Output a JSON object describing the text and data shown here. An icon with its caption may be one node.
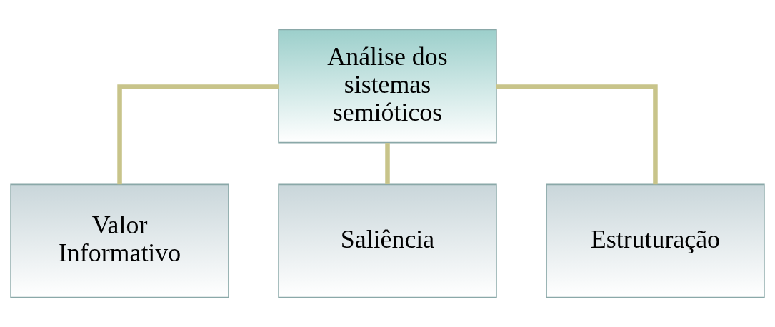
{
  "diagram": {
    "nodes": [
      {
        "text": [
          "Análise dos sistemas semióticos"
        ]
      },
      {
        "text": [
          "Valor Informativo"
        ]
      },
      {
        "text": [
          "Saliência"
        ]
      },
      {
        "text": [
          "Estruturação"
        ]
      }
    ],
    "edges": [
      {
        "from": 0,
        "to": 1,
        "arrow": "none"
      },
      {
        "from": 0,
        "to": 2,
        "arrow": "none"
      },
      {
        "from": 0,
        "to": 3,
        "arrow": "none"
      }
    ]
  }
}
